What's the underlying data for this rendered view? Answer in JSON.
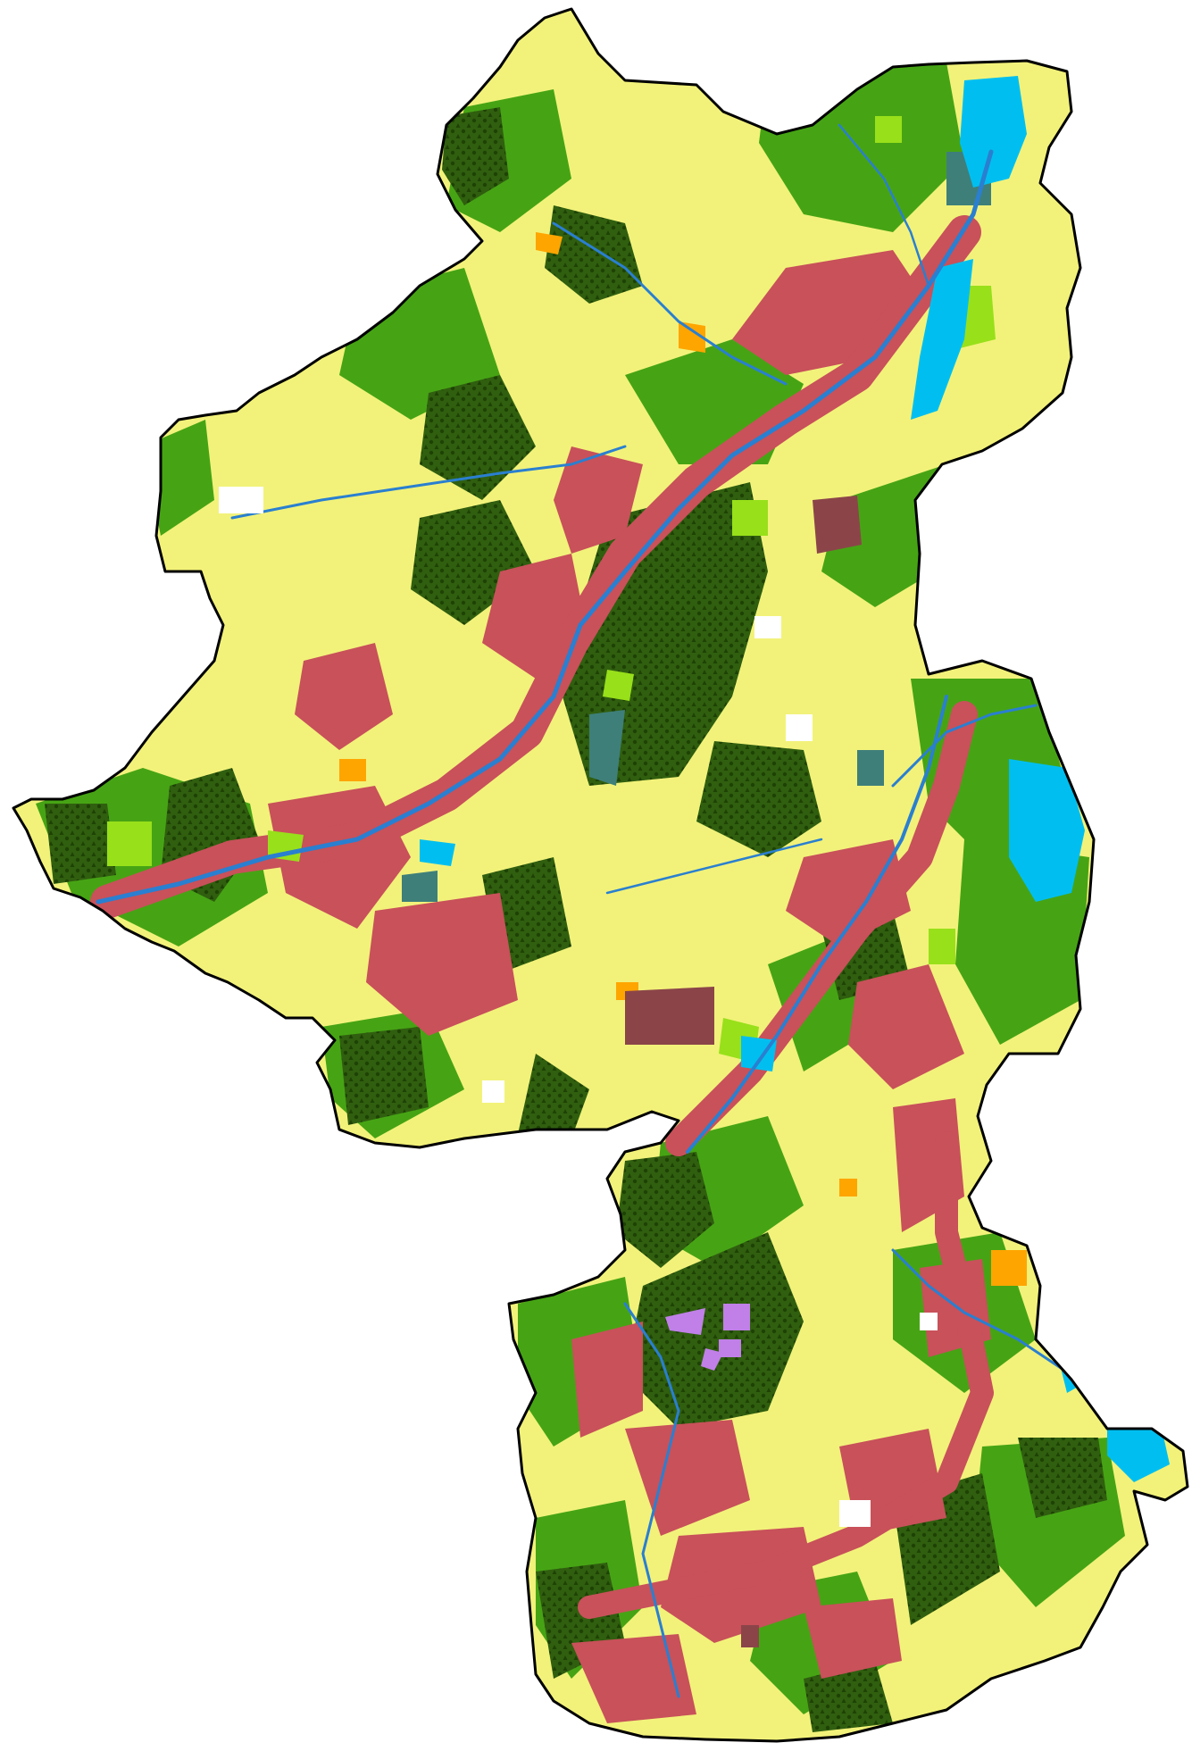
{
  "map": {
    "type": "land-use-map",
    "labels": [],
    "colors": {
      "background": "#ffffff",
      "outline": "#000000",
      "cropland": "#f2f27a",
      "grassland": "#46a414",
      "forest": "#305f0f",
      "forest_pattern": "#1e4205",
      "urban": "#c8515a",
      "water": "#00bff0",
      "river": "#2a7fd0",
      "wetland": "#3e7f7a",
      "light_green": "#98e01a",
      "orange": "#ffa500",
      "dark_red": "#8b4549",
      "purple": "#c080e8",
      "white": "#ffffff"
    },
    "categories": [
      {
        "name": "cropland",
        "color": "#f2f27a"
      },
      {
        "name": "grassland",
        "color": "#46a414"
      },
      {
        "name": "forest",
        "color": "#305f0f"
      },
      {
        "name": "urban",
        "color": "#c8515a"
      },
      {
        "name": "water",
        "color": "#00bff0"
      },
      {
        "name": "wetland",
        "color": "#3e7f7a"
      },
      {
        "name": "orchard",
        "color": "#98e01a"
      },
      {
        "name": "industrial",
        "color": "#ffa500"
      },
      {
        "name": "quarry",
        "color": "#8b4549"
      },
      {
        "name": "special",
        "color": "#c080e8"
      }
    ]
  }
}
